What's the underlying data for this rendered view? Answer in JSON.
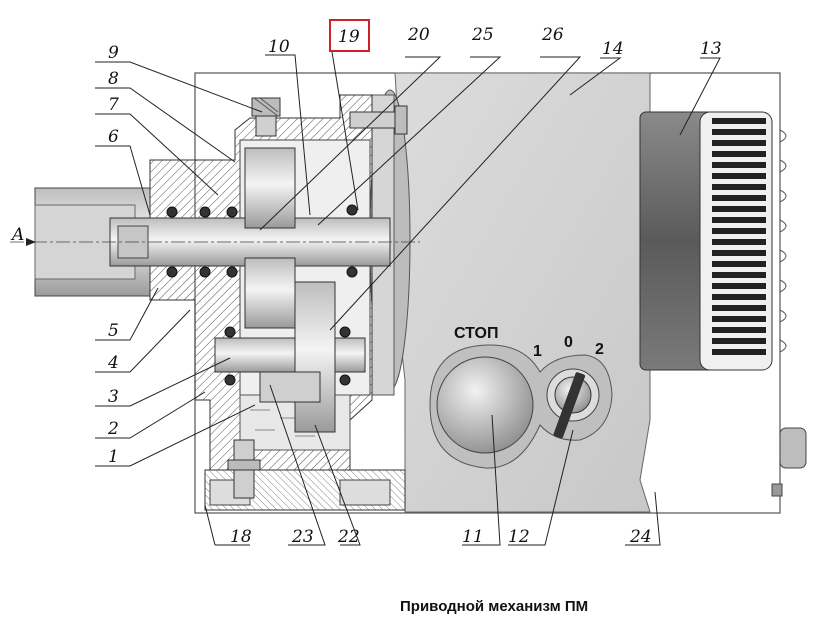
{
  "caption": "Приводной механизм ПМ",
  "highlight_color": "#d0202a",
  "callouts": {
    "c1": "1",
    "c2": "2",
    "c3": "3",
    "c4": "4",
    "c5": "5",
    "c6": "6",
    "c7": "7",
    "c8": "8",
    "c9": "9",
    "c10": "10",
    "c11": "11",
    "c12": "12",
    "c13": "13",
    "c14": "14",
    "c18": "18",
    "c19": "19",
    "c20": "20",
    "c22": "22",
    "c23": "23",
    "c24": "24",
    "c25": "25",
    "c26": "26"
  },
  "axis_label": "A",
  "panel": {
    "stop_label": "СТОП",
    "switch_1": "1",
    "switch_0": "0",
    "switch_2": "2"
  },
  "highlighted_callout": "19"
}
